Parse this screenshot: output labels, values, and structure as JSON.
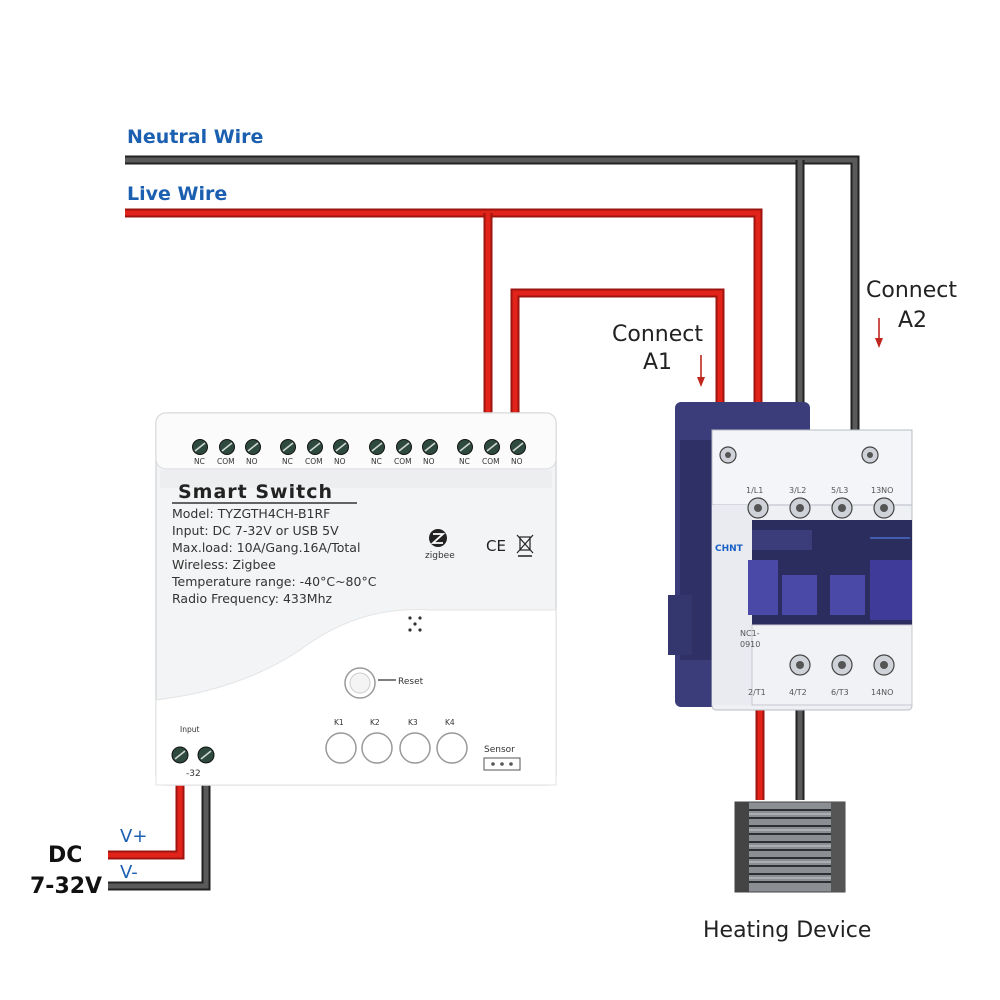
{
  "labels": {
    "neutral_wire": "Neutral Wire",
    "live_wire": "Live Wire",
    "connect_a1_line1": "Connect",
    "connect_a1_line2": "A1",
    "connect_a2_line1": "Connect",
    "connect_a2_line2": "A2",
    "dc_line1": "DC",
    "dc_line2": "7-32V",
    "v_plus": "V+",
    "v_minus": "V-",
    "heating_device": "Heating Device"
  },
  "smart_switch": {
    "title": "Smart  Switch",
    "specs": [
      "Model:  TYZGTH4CH-B1RF",
      "Input:  DC 7-32V or USB 5V",
      "Max.load:  10A/Gang.16A/Total",
      "Wireless:  Zigbee",
      "Temperature range: -40°C~80°C",
      "Radio Frequency:  433Mhz"
    ],
    "zigbee_label": "zigbee",
    "ce_label": "CE",
    "terminal_groups": [
      [
        "NC",
        "COM",
        "NO"
      ],
      [
        "NC",
        "COM",
        "NO"
      ],
      [
        "NC",
        "COM",
        "NO"
      ],
      [
        "NC",
        "COM",
        "NO"
      ]
    ],
    "reset_label": "Reset",
    "buttons": [
      "K1",
      "K2",
      "K3",
      "K4"
    ],
    "sensor_label": "Sensor",
    "input_label": "Input",
    "input_value": "-32"
  },
  "contactor": {
    "brand": "CHNT",
    "model_line1": "NC1-",
    "model_line2": "0910",
    "top_terminals": [
      "1/L1",
      "3/L2",
      "5/L3",
      "13NO"
    ],
    "bottom_terminals": [
      "2/T1",
      "4/T2",
      "6/T3",
      "14NO"
    ]
  },
  "colors": {
    "label_blue": "#1b5fb0",
    "live_red": "#e2231a",
    "neutral_dark": "#3a3a3a",
    "contactor_blue": "#3b3d7a",
    "arrow_red": "#c0261e"
  }
}
